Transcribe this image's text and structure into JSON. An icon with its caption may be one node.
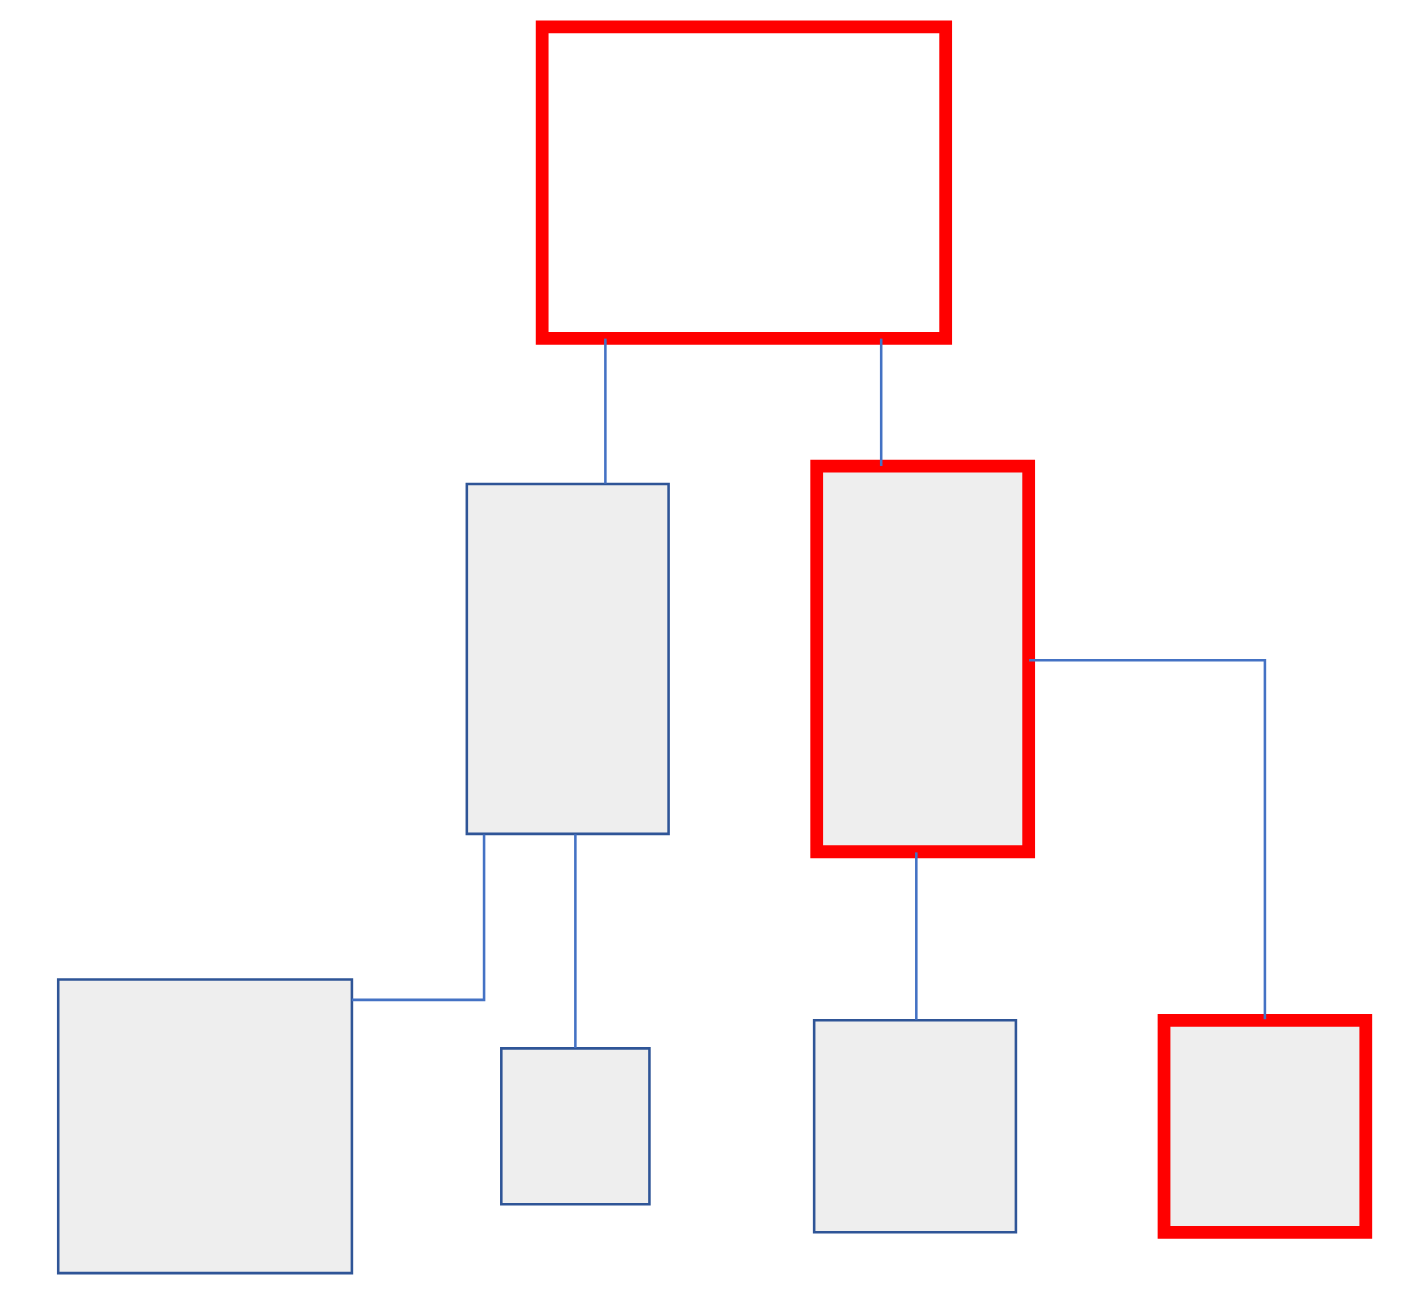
{
  "diagram": {
    "nodes": [
      {
        "text": [],
        "shape": "box"
      },
      {
        "text": [],
        "shape": "box"
      },
      {
        "text": [],
        "shape": "box"
      },
      {
        "text": [],
        "shape": "box"
      },
      {
        "text": [],
        "shape": "box"
      },
      {
        "text": [],
        "shape": "box"
      },
      {
        "text": [],
        "shape": "box"
      }
    ],
    "edges": [
      {
        "from": 0,
        "to": 1,
        "arrow": "none"
      },
      {
        "from": 0,
        "to": 2,
        "arrow": "none"
      },
      {
        "from": 1,
        "to": 3,
        "arrow": "none"
      },
      {
        "from": 1,
        "to": 4,
        "arrow": "none"
      },
      {
        "from": 2,
        "to": 5,
        "arrow": "none"
      },
      {
        "from": 2,
        "to": 6,
        "arrow": "none"
      }
    ]
  }
}
